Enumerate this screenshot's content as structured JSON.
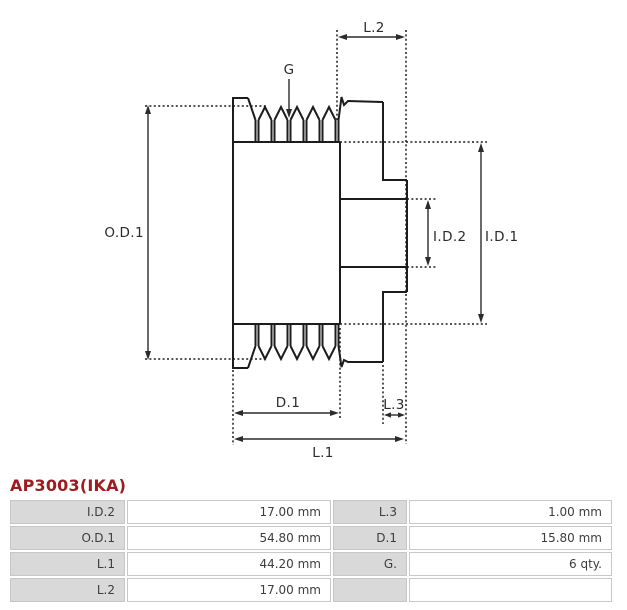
{
  "part": {
    "title": "AP3003(IKA)"
  },
  "diagram": {
    "dimension_labels": {
      "l2": "L.2",
      "g": "G",
      "od1": "O.D.1",
      "id2": "I.D.2",
      "id1": "I.D.1",
      "d1": "D.1",
      "l3": "L.3",
      "l1": "L.1"
    }
  },
  "spec_table": {
    "rows": [
      [
        "I.D.2",
        "17.00 mm",
        "L.3",
        "1.00 mm"
      ],
      [
        "O.D.1",
        "54.80 mm",
        "D.1",
        "15.80 mm"
      ],
      [
        "L.1",
        "44.20 mm",
        "G.",
        "6 qty."
      ],
      [
        "L.2",
        "17.00 mm",
        "",
        ""
      ]
    ]
  },
  "colors": {
    "title_red": "#9e1c20",
    "label_cell_gray": "#d9d9d9",
    "cell_border": "#c9c9c9",
    "line_black": "#1c1c1c"
  }
}
